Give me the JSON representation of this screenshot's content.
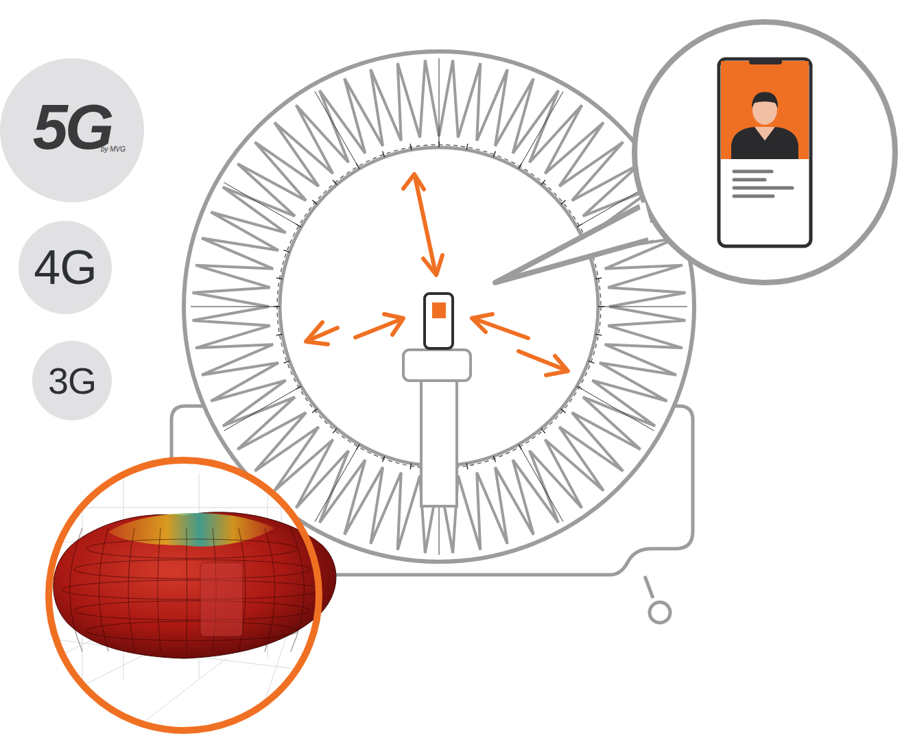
{
  "diagram": {
    "nodes": [
      {
        "text": [
          "5G",
          "by MVG"
        ]
      },
      {
        "text": [
          "4G"
        ]
      },
      {
        "text": [
          "3G"
        ]
      }
    ]
  }
}
